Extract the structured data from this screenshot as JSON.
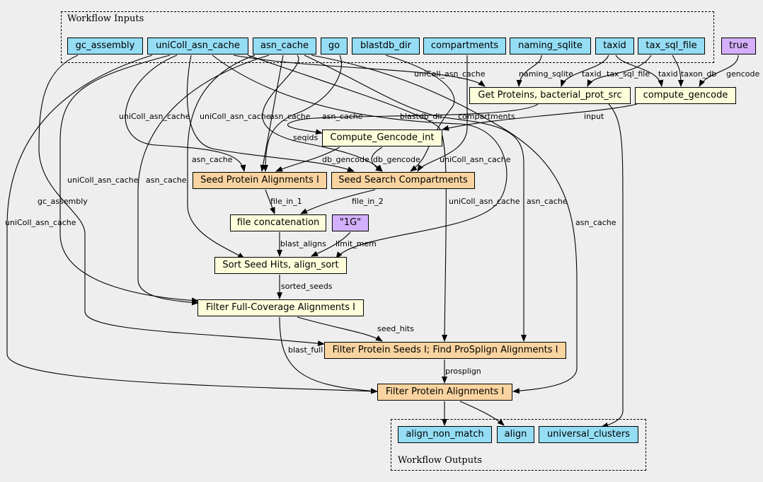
{
  "clusters": {
    "inputs_label": "Workflow Inputs",
    "outputs_label": "Workflow Outputs"
  },
  "inputs": {
    "gc_assembly": "gc_assembly",
    "uniColl_asn_cache": "uniColl_asn_cache",
    "asn_cache": "asn_cache",
    "go": "go",
    "blastdb_dir": "blastdb_dir",
    "compartments": "compartments",
    "naming_sqlite": "naming_sqlite",
    "taxid": "taxid",
    "tax_sql_file": "tax_sql_file"
  },
  "constants": {
    "true_value": "true",
    "limit_value": "\"1G\""
  },
  "steps": {
    "get_proteins": "Get Proteins, bacterial_prot_src",
    "compute_gencode": "compute_gencode",
    "compute_gencode_int": "Compute_Gencode_int",
    "seed_protein_alignments": "Seed Protein Alignments I",
    "seed_search_compartments": "Seed Search Compartments",
    "file_concatenation": "file concatenation",
    "sort_seed_hits": "Sort Seed Hits, align_sort",
    "filter_full_coverage": "Filter Full-Coverage Alignments I",
    "filter_protein_seeds": "Filter Protein Seeds I; Find ProSplign Alignments I",
    "filter_protein_alignments": "Filter Protein Alignments I"
  },
  "outputs": {
    "align_non_match": "align_non_match",
    "align": "align",
    "universal_clusters": "universal_clusters"
  },
  "edge_labels": {
    "uniColl_asn_cache": "uniColl_asn_cache",
    "asn_cache": "asn_cache",
    "naming_sqlite": "naming_sqlite",
    "taxid": "taxid",
    "tax_sql_file": "tax_sql_file",
    "taxon_db": "taxon_db",
    "gencode": "gencode",
    "input": "input",
    "blastdb_dir": "blastdb_dir",
    "compartments": "compartments",
    "seqids": "seqids",
    "db_gencode": "db_gencode",
    "file_in_1": "file_in_1",
    "file_in_2": "file_in_2",
    "gc_assembly": "gc_assembly",
    "blast_aligns": "blast_aligns",
    "limit_mem": "limit_mem",
    "sorted_seeds": "sorted_seeds",
    "seed_hits": "seed_hits",
    "blast_full": "blast_full",
    "prosplign": "prosplign"
  }
}
